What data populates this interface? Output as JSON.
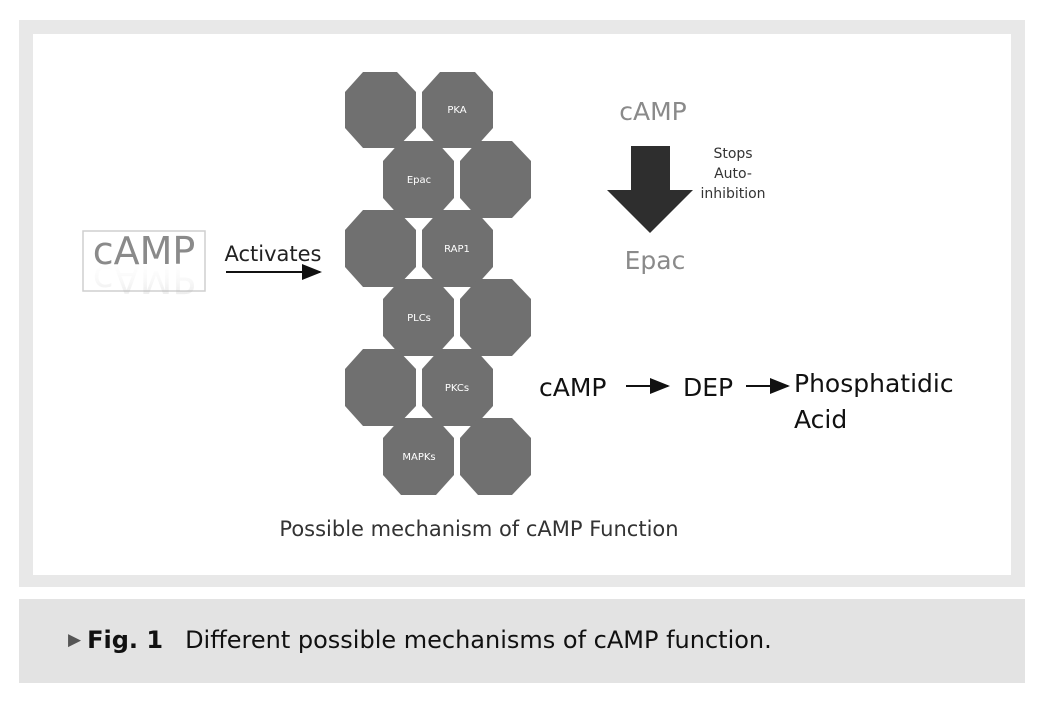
{
  "diagram": {
    "camp_box_label": "cAMP",
    "activates_label": "Activates",
    "hexagons": [
      "PKA",
      "Epac",
      "RAP1",
      "PLCs",
      "PKCs",
      "MAPKs"
    ],
    "epac_panel": {
      "top_label": "cAMP",
      "note_lines": [
        "Stops",
        "Auto-",
        "inhibition"
      ],
      "bottom_label": "Epac"
    },
    "pathway": {
      "step1": "cAMP",
      "step2": "DEP",
      "step3_line1": "Phosphatidic",
      "step3_line2": "Acid"
    },
    "title": "Possible mechanism of cAMP Function"
  },
  "caption": {
    "marker": "▶",
    "fig_label": "Fig. 1",
    "text": "Different possible mechanisms of cAMP function."
  },
  "colors": {
    "hexagon": "#707070",
    "arrow": "#2e2e2e",
    "muted_text": "#8a8a8a",
    "caption_bg": "#e3e3e3"
  }
}
